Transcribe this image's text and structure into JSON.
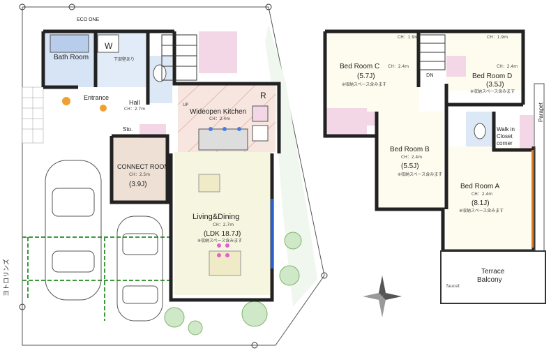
{
  "ground_floor": {
    "eco_one": "ECO ONE",
    "bath_room": "Bath Room",
    "w": "W",
    "under_floor_note": "下部壁あり",
    "entrance": "Entrance",
    "hall": "Hall",
    "hall_ch": "CH：2.7m",
    "up": "UP",
    "kitchen": "Wideopen Kitchen",
    "kitchen_ch": "CH：2.4m",
    "r": "R",
    "sto": "Sto.",
    "connect_room": "CONNECT ROOM",
    "connect_ch": "CH：2.5m",
    "connect_size": "(3.9J)",
    "living": "Living&Dining",
    "living_ch": "CH：2.7m",
    "living_size": "(LDK 18.7J)",
    "storage_note": "※収納スペース含みます",
    "street": "ヨトロリンズ"
  },
  "upper_floor": {
    "bed_c": "Bed Room C",
    "bed_c_size": "(5.7J)",
    "bed_c_ch": "CH：2.4m",
    "bed_d": "Bed Room D",
    "bed_d_size": "(3.5J)",
    "ch_19": "CH：1.9m",
    "ch_24": "CH：2.4m",
    "dn": "DN",
    "bed_b": "Bed Room B",
    "bed_b_ch": "CH：2.4m",
    "bed_b_size": "(5.5J)",
    "bed_a": "Bed Room A",
    "bed_a_ch": "CH：2.4m",
    "bed_a_size": "(8.1J)",
    "walk_in_1": "Walk in",
    "walk_in_2": "Closet",
    "walk_in_3": "corner",
    "parapet": "Parapet",
    "terrace_1": "Terrace",
    "terrace_2": "Balcony",
    "faucet": "faucet",
    "storage_note": "※収納スペース含みます"
  }
}
